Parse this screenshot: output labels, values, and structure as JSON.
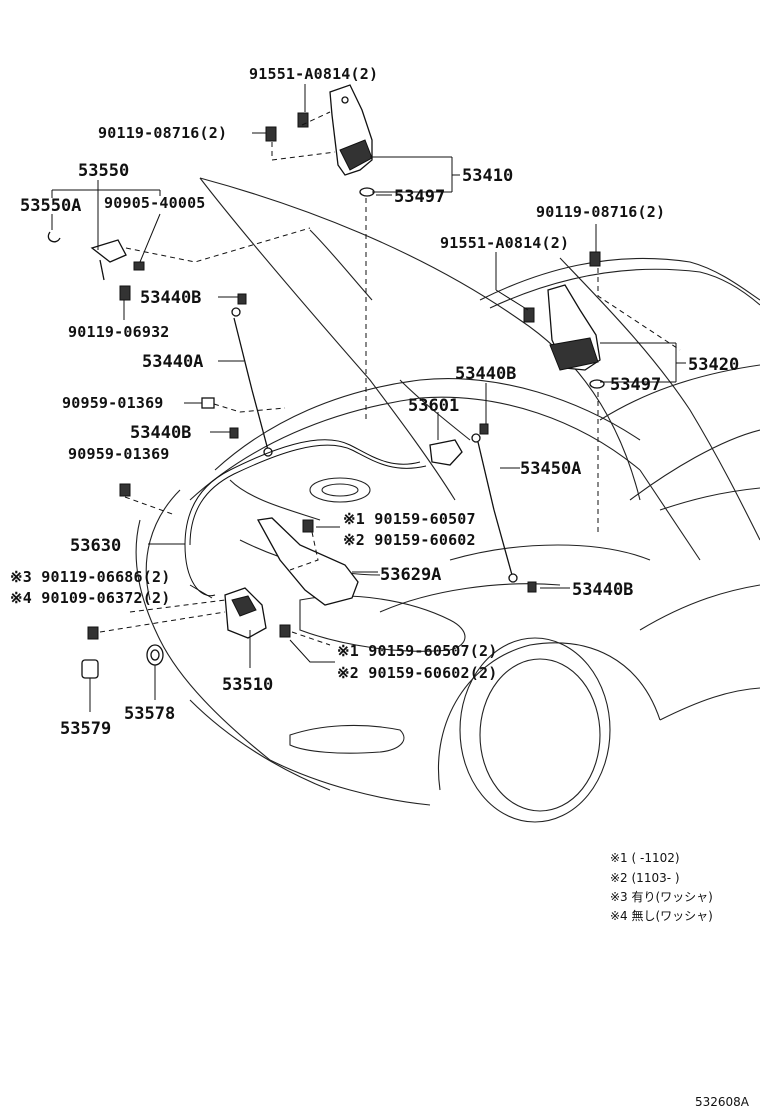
{
  "callouts": {
    "p91551_a0814_top": "91551-A0814(2)",
    "p90119_08716_left": "90119-08716(2)",
    "p53550": "53550",
    "p53410": "53410",
    "p53550a": "53550A",
    "p90905_40005": "90905-40005",
    "p53497_top": "53497",
    "p90119_08716_right": "90119-08716(2)",
    "p91551_a0814_right": "91551-A0814(2)",
    "p53440b_1": "53440B",
    "p90119_06932": "90119-06932",
    "p53440a": "53440A",
    "p53420": "53420",
    "p53497_right": "53497",
    "p53440b_2": "53440B",
    "p90959_01369_a": "90959-01369",
    "p53601": "53601",
    "p53440b_3": "53440B",
    "p90959_01369_b": "90959-01369",
    "p53450a": "53450A",
    "p90159_60507_a": "※1 90159-60507",
    "p90159_60602_a": "※2 90159-60602",
    "p53630": "53630",
    "p53629a": "53629A",
    "p90119_06686": "※3 90119-06686(2)",
    "p90109_06372": "※4 90109-06372(2)",
    "p53440b_4": "53440B",
    "p90159_60507_b": "※1 90159-60507(2)",
    "p90159_60602_b": "※2 90159-60602(2)",
    "p53510": "53510",
    "p53579": "53579",
    "p53578": "53578"
  },
  "notes": {
    "n1": "※1 (      -1102)",
    "n2": "※2 (1103-      )",
    "n3": "※3 有り(ワッシャ)",
    "n4": "※4 無し(ワッシャ)"
  },
  "figure_code": "532608A"
}
